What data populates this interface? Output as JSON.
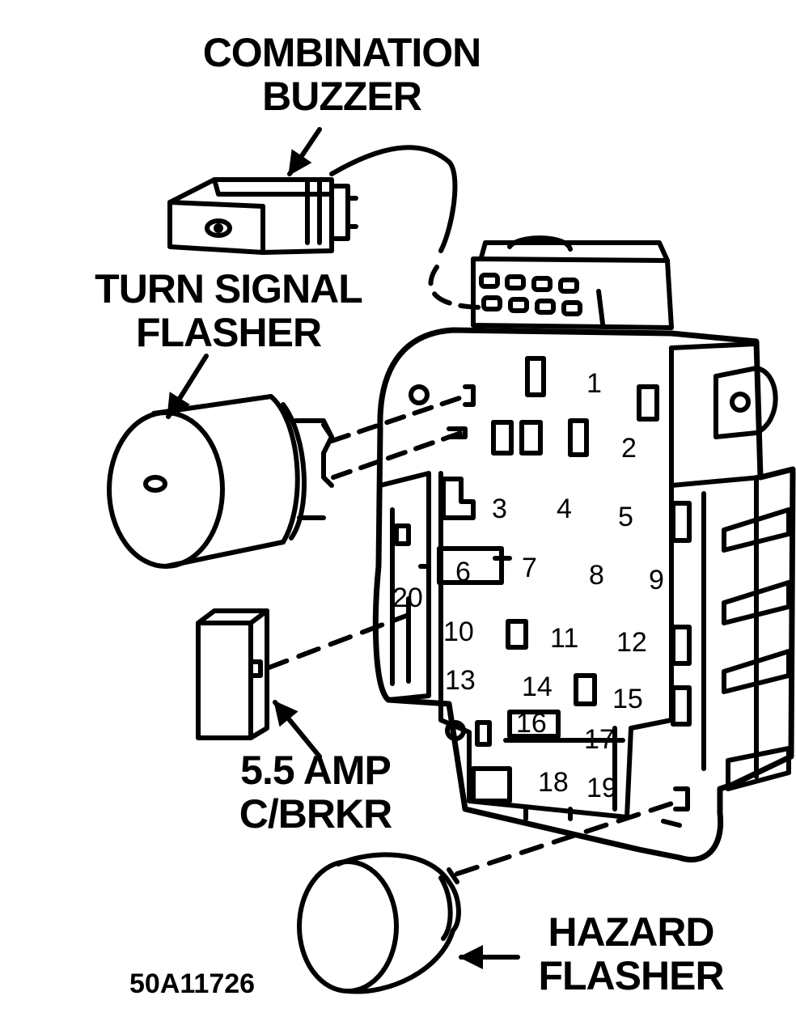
{
  "labels": {
    "combination_buzzer": [
      "COMBINATION",
      "BUZZER"
    ],
    "turn_signal_flasher": [
      "TURN SIGNAL",
      "FLASHER"
    ],
    "circuit_breaker": [
      "5.5 AMP",
      "C/BRKR"
    ],
    "hazard_flasher": [
      "HAZARD",
      "FLASHER"
    ]
  },
  "figure_id": "50A11726",
  "fuse_numbers": [
    "1",
    "2",
    "3",
    "4",
    "5",
    "6",
    "7",
    "8",
    "9",
    "10",
    "11",
    "12",
    "13",
    "14",
    "15",
    "16",
    "17",
    "18",
    "19",
    "20"
  ],
  "colors": {
    "ink": "#000000",
    "paper": "#ffffff"
  }
}
